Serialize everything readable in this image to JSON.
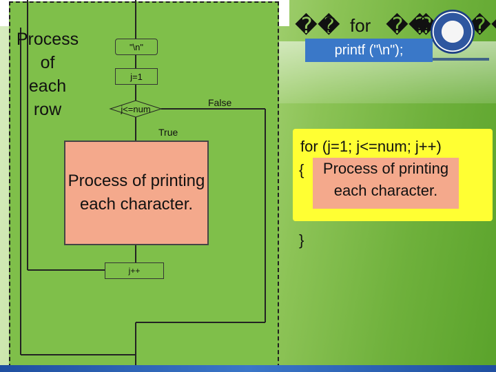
{
  "slide": {
    "title_glyphs": [
      "��",
      "?",
      "for",
      "��",
      "��",
      "�",
      "��"
    ],
    "printf_label": "printf (\"\\n\");"
  },
  "flowchart": {
    "left_label": [
      "Process",
      "of",
      "each",
      "row"
    ],
    "newline_box": "\"\\n\"",
    "init_box": "j=1",
    "condition": "j<=num",
    "false_label": "False",
    "true_label": "True",
    "process_box": "Process of printing each character.",
    "increment_box": "j++"
  },
  "code_card": {
    "line1": "for (j=1; j<=num; j++)",
    "open_brace": "{",
    "process_text": "Process of printing each character.",
    "close_brace": "}"
  },
  "colors": {
    "panel_green": "#7fbf4a",
    "process_fill": "#f4a98c",
    "code_card_yellow": "#ffff33",
    "printf_blue": "#3a78c8",
    "bottom_bar": "#1f4fa0"
  }
}
